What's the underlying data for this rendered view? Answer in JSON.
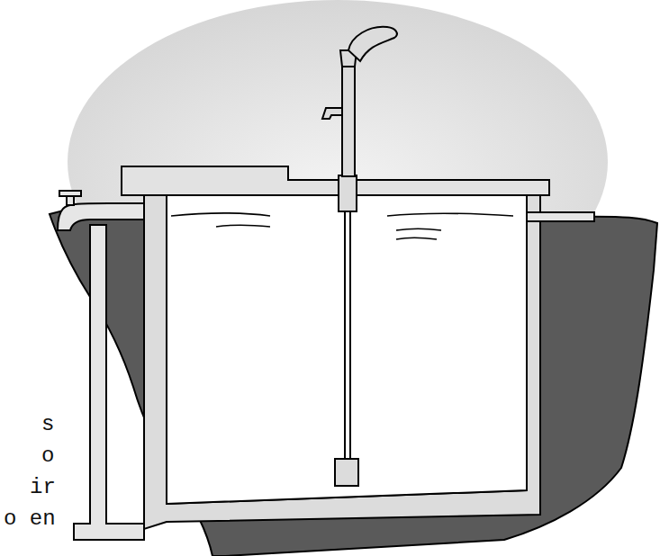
{
  "diagram": {
    "labels": [
      "s",
      "o",
      "ir",
      "o en"
    ]
  }
}
